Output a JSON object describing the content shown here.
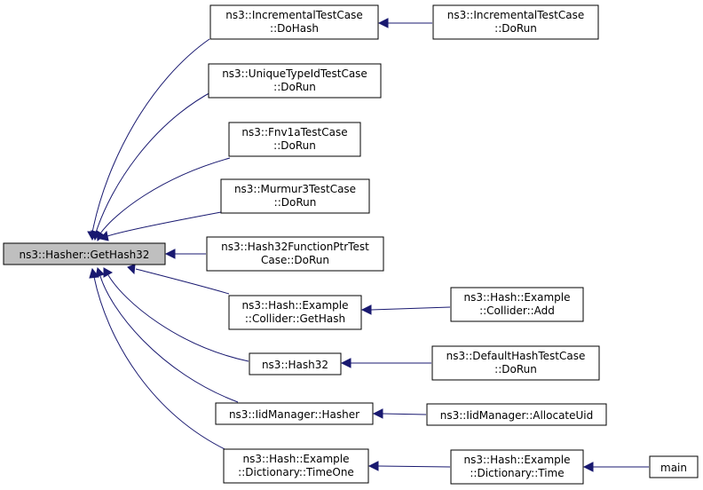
{
  "diagram": {
    "type": "caller-graph",
    "nodes": {
      "root": [
        "ns3::Hasher::GetHash32"
      ],
      "n_inc_hash": [
        "ns3::IncrementalTestCase",
        "::DoHash"
      ],
      "n_inc_run": [
        "ns3::IncrementalTestCase",
        "::DoRun"
      ],
      "n_unique": [
        "ns3::UniqueTypeIdTestCase",
        "::DoRun"
      ],
      "n_fnv": [
        "ns3::Fnv1aTestCase",
        "::DoRun"
      ],
      "n_murmur": [
        "ns3::Murmur3TestCase",
        "::DoRun"
      ],
      "n_fptr": [
        "ns3::Hash32FunctionPtrTest",
        "Case::DoRun"
      ],
      "n_coll_get": [
        "ns3::Hash::Example",
        "::Collider::GetHash"
      ],
      "n_coll_add": [
        "ns3::Hash::Example",
        "::Collider::Add"
      ],
      "n_hash32": [
        "ns3::Hash32"
      ],
      "n_default": [
        "ns3::DefaultHashTestCase",
        "::DoRun"
      ],
      "n_iid_hasher": [
        "ns3::IidManager::Hasher"
      ],
      "n_iid_alloc": [
        "ns3::IidManager::AllocateUid"
      ],
      "n_dict_time1": [
        "ns3::Hash::Example",
        "::Dictionary::TimeOne"
      ],
      "n_dict_time": [
        "ns3::Hash::Example",
        "::Dictionary::Time"
      ],
      "n_main": [
        "main"
      ]
    },
    "edges": [
      {
        "from": "n_inc_hash",
        "to": "root"
      },
      {
        "from": "n_unique",
        "to": "root"
      },
      {
        "from": "n_fnv",
        "to": "root"
      },
      {
        "from": "n_murmur",
        "to": "root"
      },
      {
        "from": "n_fptr",
        "to": "root"
      },
      {
        "from": "n_coll_get",
        "to": "root"
      },
      {
        "from": "n_hash32",
        "to": "root"
      },
      {
        "from": "n_iid_hasher",
        "to": "root"
      },
      {
        "from": "n_dict_time1",
        "to": "root"
      },
      {
        "from": "n_inc_run",
        "to": "n_inc_hash"
      },
      {
        "from": "n_coll_add",
        "to": "n_coll_get"
      },
      {
        "from": "n_default",
        "to": "n_hash32"
      },
      {
        "from": "n_iid_alloc",
        "to": "n_iid_hasher"
      },
      {
        "from": "n_dict_time",
        "to": "n_dict_time1"
      },
      {
        "from": "n_main",
        "to": "n_dict_time"
      }
    ],
    "colors": {
      "edge": "#191970",
      "root_fill": "#bfbfbf",
      "node_fill": "#ffffff",
      "node_border": "#000000"
    }
  }
}
